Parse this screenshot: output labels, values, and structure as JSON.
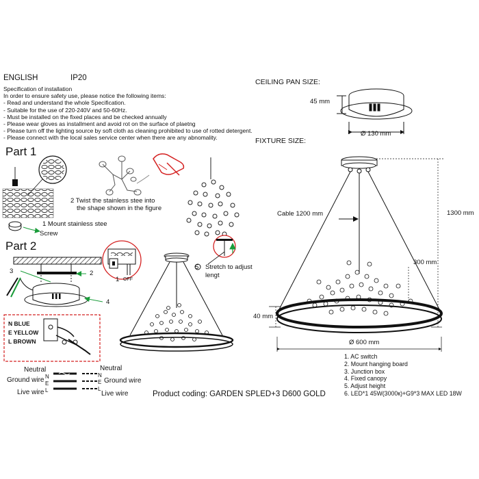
{
  "header": {
    "language": "ENGLISH",
    "ip_rating": "IP20"
  },
  "spec": {
    "title": "Specification of installation",
    "lines": [
      "In order to ensure safety use, please notice the following items:",
      "- Read and understand the whole Specification.",
      "- Suitable for the use of 220-240V and 50-60Hz.",
      "- Must be installed on the fixed places and be checked annually",
      "- Please wear gloves as installment and avoid rot on the surface of plaetng",
      "- Please turn off the lighting source by soft cloth as cleaning prohibited to use of rotted detergent.",
      "- Please connect with the local sales service center when there are any abnomality."
    ]
  },
  "part1": {
    "title": "Part 1",
    "step1": "1 Mount stainless stee",
    "screw": "Screw",
    "step2_line1": "2 Twist the stainless stee into",
    "step2_line2": "the shape shown in the figure"
  },
  "part2": {
    "title": "Part 2",
    "steps": [
      "1",
      "2",
      "3",
      "4",
      "5"
    ],
    "off": "OFF",
    "step5_line1": "Stretch to adjust",
    "step5_line2": "lengt",
    "wires": {
      "blue": "BLUE",
      "yellow": "YELLOW",
      "brown": "BROWN",
      "n": "N",
      "e": "E",
      "l": "L"
    },
    "wiring": {
      "neutral": "Neutral",
      "ground": "Ground wire",
      "live": "Live wire",
      "n": "N",
      "e": "E",
      "l": "L"
    }
  },
  "ceiling": {
    "title": "CEILING PAN  SIZE:",
    "height": "45 mm",
    "diameter": "Ø 130 mm"
  },
  "fixture": {
    "title": "FIXTURE SIZE:",
    "cable": "Cable 1200 mm",
    "total_height": "1300 mm",
    "inner_height": "300 mm",
    "ring_height": "40 mm",
    "diameter": "Ø 600 mm"
  },
  "legend": [
    "1. AC switch",
    "2. Mount hanging board",
    "3. Junction box",
    "4. Fixed canopy",
    "5. Adjust height",
    "6. LED*1 45W(3000к)+G9*3 MAX LED 18W"
  ],
  "product": "Product coding: GARDEN SPLED+3 D600 GOLD"
}
